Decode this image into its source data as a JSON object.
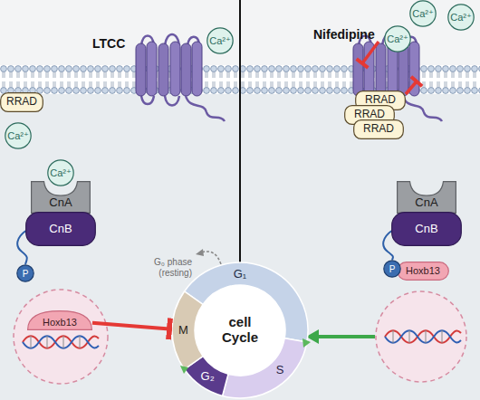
{
  "diagram": {
    "nodes": [
      {
        "text": [
          "RRAD"
        ]
      },
      {
        "text": [
          "Ca²⁺"
        ]
      },
      {
        "text": [
          "Ca²⁺"
        ]
      },
      {
        "text": [
          "Ca²⁺"
        ]
      },
      {
        "text": [
          "CnA"
        ]
      },
      {
        "text": [
          "CnB"
        ]
      },
      {
        "text": [
          "P"
        ]
      },
      {
        "text": [
          "Hoxb13"
        ]
      },
      {
        "text": [
          "Ca²⁺"
        ]
      },
      {
        "text": [
          "Ca²⁺"
        ]
      },
      {
        "text": [
          "Ca²⁺"
        ]
      },
      {
        "text": [
          "RRAD"
        ]
      },
      {
        "text": [
          "RRAD"
        ]
      },
      {
        "text": [
          "RRAD"
        ]
      },
      {
        "text": [
          "CnA"
        ]
      },
      {
        "text": [
          "CnB"
        ]
      },
      {
        "text": [
          "P"
        ]
      },
      {
        "text": [
          "Hoxb13"
        ]
      },
      {
        "text": [
          "G₁"
        ]
      },
      {
        "text": [
          "S"
        ]
      },
      {
        "text": [
          "G₂"
        ]
      },
      {
        "text": [
          "M"
        ]
      }
    ],
    "edges": [
      {
        "from": 7,
        "to": 21,
        "arrow": "to"
      }
    ],
    "labels": [
      "LTCC",
      "Nifedipine",
      "G₀ phase (resting)",
      "cell Cycle"
    ]
  }
}
